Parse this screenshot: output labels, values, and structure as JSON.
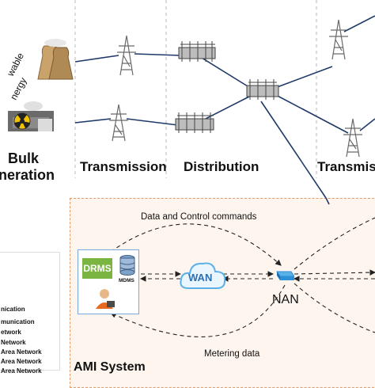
{
  "sections": {
    "bulk_line1": "Bulk",
    "bulk_line2": "neration",
    "renewable_line1": "wable",
    "renewable_line2": "nergy",
    "transmission": "Transmission",
    "distribution": "Distribution",
    "transmission_right": "Transmissi"
  },
  "ami": {
    "title": "AMI System",
    "drms": "DRMS",
    "mdms": "MDMS",
    "wan": "WAN",
    "nan": "NAN",
    "data_control": "Data and Control commands",
    "metering": "Metering data"
  },
  "legend": {
    "items": [
      "nication",
      "munication",
      "etwork",
      "Network",
      "Area Network",
      "Area Network",
      "Area Network"
    ]
  },
  "colors": {
    "line": "#1f3a68",
    "ami_border": "#e09a6a",
    "ami_fill": "#fdf5ee",
    "drms_green": "#79b540",
    "wan_blue": "#5ab0e8",
    "nan_blue": "#2d8fd6"
  }
}
